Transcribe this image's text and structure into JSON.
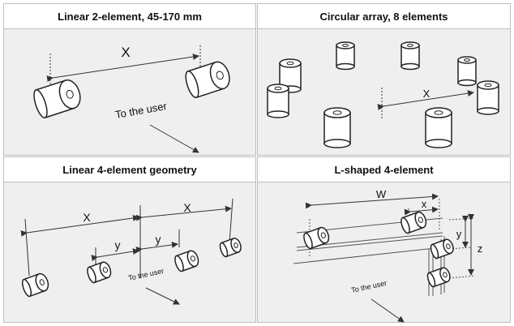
{
  "panels": [
    {
      "title": "Linear 2-element, 45-170 mm",
      "labels": {
        "x": "X",
        "user": "To the user"
      }
    },
    {
      "title": "Circular array, 8 elements",
      "labels": {
        "x": "X"
      }
    },
    {
      "title": "Linear 4-element geometry",
      "labels": {
        "x1": "X",
        "x2": "X",
        "y1": "y",
        "y2": "y",
        "user": "To the user"
      }
    },
    {
      "title": "L-shaped 4-element",
      "labels": {
        "w": "W",
        "x": "x",
        "y": "y",
        "z": "z",
        "user": "To the user"
      }
    }
  ]
}
